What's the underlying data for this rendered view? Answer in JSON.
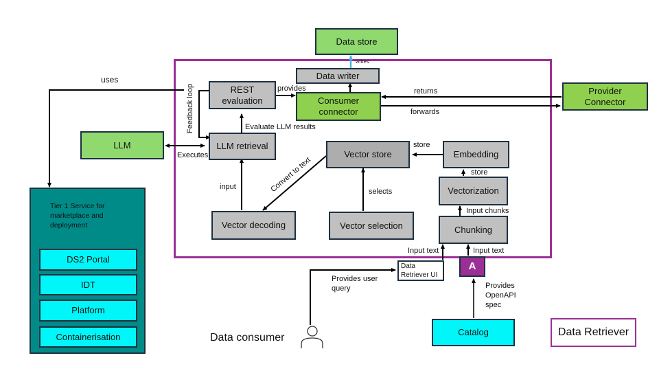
{
  "diagram": {
    "legend": {
      "label": "Data Retriever",
      "color": "#9b2f96"
    },
    "nodes": {
      "data_store": "Data store",
      "data_writer": "Data writer",
      "rest_evaluation": "REST\nevaluation",
      "consumer_connector": "Consumer\nconnector",
      "provider_connector": "Provider\nConnector",
      "llm": "LLM",
      "llm_retrieval": "LLM retrieval",
      "vector_store": "Vector store",
      "embedding": "Embedding",
      "vectorization": "Vectorization",
      "chunking": "Chunking",
      "vector_decoding": "Vector decoding",
      "vector_selection": "Vector selection",
      "data_retriever_ui": "Data\nRetriever UI",
      "a_badge": "A",
      "catalog": "Catalog",
      "data_consumer": "Data consumer",
      "tier1": {
        "title": "Tier 1 Service for\nmarketplace and\ndeployment",
        "items": [
          "DS2 Portal",
          "IDT",
          "Platform",
          "Containerisation"
        ]
      }
    },
    "edges": {
      "writes": "writes",
      "uses": "uses",
      "feedback_loop": "Feedback loop",
      "provides": "provides",
      "returns": "returns",
      "forwards": "forwards",
      "evaluate_llm_results": "Evaluate LLM results",
      "executes": "Executes",
      "store_embedding": "store",
      "store_vectorization": "store",
      "input": "input",
      "convert_to_text": "Convert to text",
      "selects": "selects",
      "input_chunks": "Input chunks",
      "input_text_ui": "Input text",
      "input_text_a": "Input text",
      "provides_user_query": "Provides user\nquery",
      "provides_openapi_spec": "Provides\nOpenAPI\nspec"
    },
    "colors": {
      "frame": "#9b2f96",
      "green": "#8fd14f",
      "cyan": "#00f6f8",
      "teal": "#008b88",
      "gray": "#c0c0c0",
      "writes_arrow": "#4db3e6"
    }
  }
}
